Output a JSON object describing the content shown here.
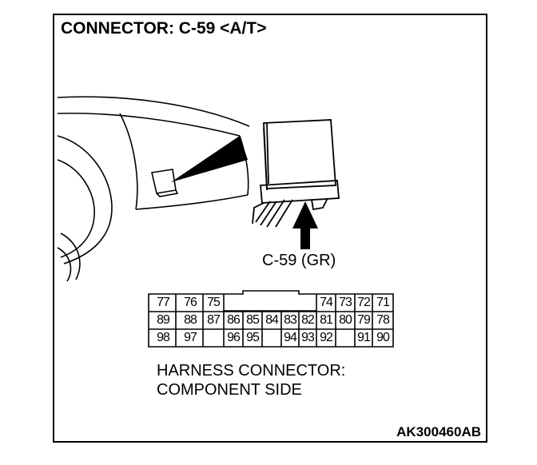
{
  "title": "CONNECTOR: C-59 <A/T>",
  "connector_label": "C-59 (GR)",
  "note_line1": "HARNESS CONNECTOR:",
  "note_line2": "COMPONENT SIDE",
  "code": "AK300460AB",
  "pins_row1": [
    "77",
    "76",
    "75",
    "74",
    "73",
    "72",
    "71"
  ],
  "pins_row2": [
    "89",
    "88",
    "87",
    "86",
    "85",
    "84",
    "83",
    "82",
    "81",
    "80",
    "79",
    "78"
  ],
  "pins_row3": [
    "98",
    "97",
    "96",
    "95",
    "94",
    "93",
    "92",
    "91",
    "90"
  ]
}
